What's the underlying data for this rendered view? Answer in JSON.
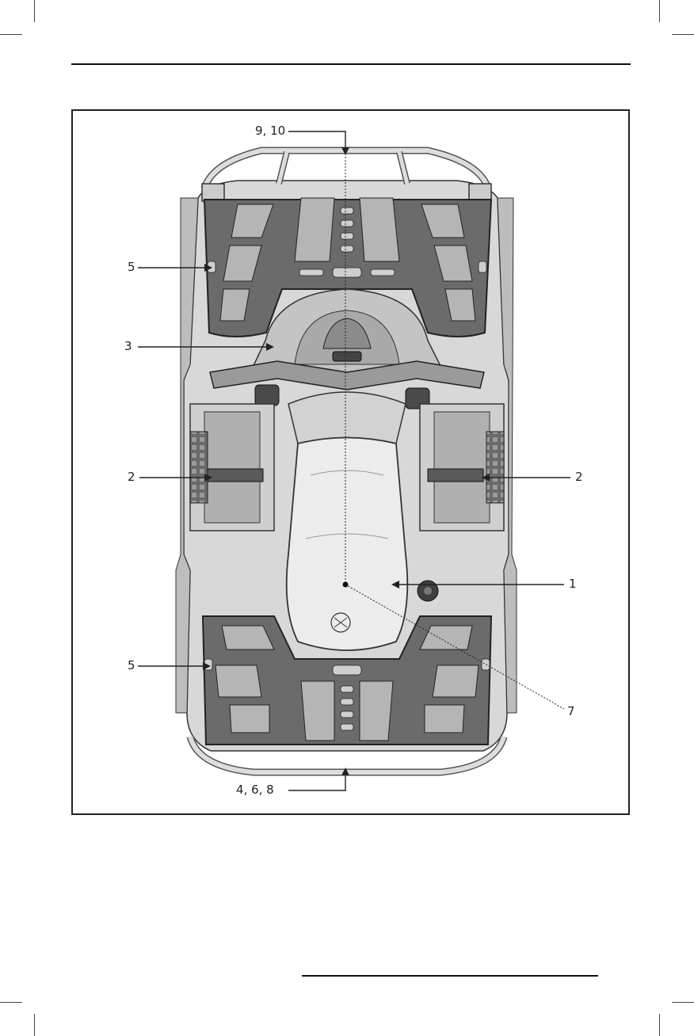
{
  "callouts": {
    "c_9_10": "9, 10",
    "c_5_top": "5",
    "c_3": "3",
    "c_2_left": "2",
    "c_2_right": "2",
    "c_1": "1",
    "c_5_bottom": "5",
    "c_7": "7",
    "c_4_6_8": "4, 6, 8"
  },
  "colors": {
    "ink": "#222222",
    "body_gray": "#d6d6d6",
    "rack_dark": "#5a5a5a",
    "seat_light": "#ececec"
  }
}
